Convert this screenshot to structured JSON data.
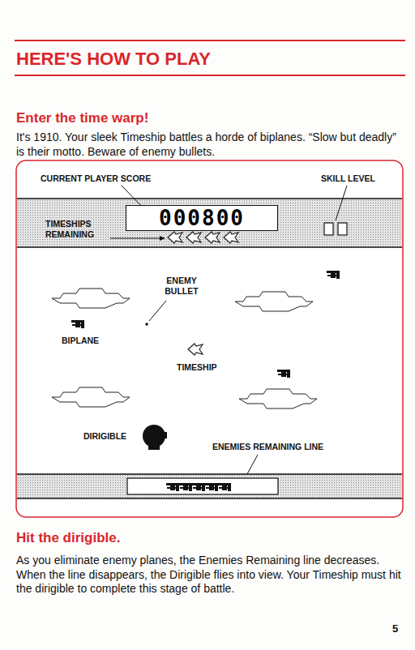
{
  "diagram": {
    "title": "HERE'S HOW TO PLAY",
    "nodes": [
      {
        "text": [
          "000800"
        ]
      }
    ],
    "labels": [
      "Enter the time warp!",
      "It's 1910. Your sleek Timeship battles a horde of biplanes. “Slow but deadly” is their motto. Beware of enemy bullets.",
      "CURRENT PLAYER SCORE",
      "SKILL LEVEL",
      "TIMESHIPS REMAINING",
      "ENEMY BULLET",
      "BIPLANE",
      "TIMESHIP",
      "DIRIGIBLE",
      "ENEMIES REMAINING LINE",
      "Hit the dirigible.",
      "As you eliminate enemy planes, the Enemies Remaining line decreases. When the line disappears, the Dirigible flies into view. Your Timeship must hit the dirigible to complete this stage of battle.",
      "5"
    ]
  }
}
